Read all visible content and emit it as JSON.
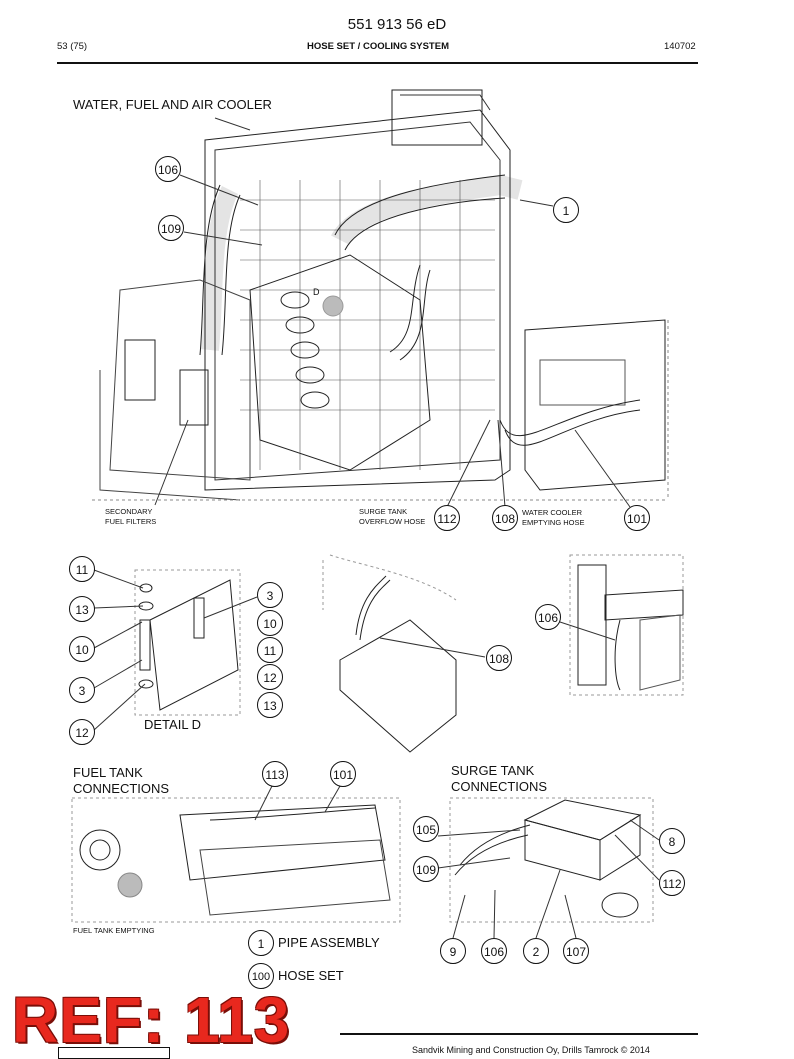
{
  "header": {
    "doc_number": "551 913 56 eD",
    "page": "53 (75)",
    "section": "HOSE SET / COOLING SYSTEM",
    "date": "140702"
  },
  "labels": {
    "main_title": "WATER, FUEL AND AIR COOLER",
    "secondary_fuel_filters": "SECONDARY\nFUEL FILTERS",
    "surge_tank_overflow": "SURGE TANK\nOVERFLOW HOSE",
    "water_cooler_emptying": "WATER COOLER\nEMPTYING HOSE",
    "detail_d": "DETAIL D",
    "fuel_tank_connections": "FUEL TANK\nCONNECTIONS",
    "surge_tank_connections": "SURGE TANK\nCONNECTIONS",
    "fuel_tank_emptying": "FUEL TANK EMPTYING",
    "detail_marker": "D"
  },
  "callouts": {
    "c106a": "106",
    "c109a": "109",
    "c1a": "1",
    "c112a": "112",
    "c108a": "108",
    "c101a": "101",
    "c11a": "11",
    "c13a": "13",
    "c10a": "10",
    "c3a": "3",
    "c12a": "12",
    "c3b": "3",
    "c10b": "10",
    "c11b": "11",
    "c12b": "12",
    "c13b": "13",
    "c108b": "108",
    "c106b": "106",
    "c113": "113",
    "c101b": "101",
    "c105": "105",
    "c109b": "109",
    "c8": "8",
    "c112b": "112",
    "c9": "9",
    "c106c": "106",
    "c2": "2",
    "c107": "107"
  },
  "legend": [
    {
      "number": "1",
      "text": "PIPE ASSEMBLY"
    },
    {
      "number": "100",
      "text": "HOSE SET"
    }
  ],
  "stamp": "REF: 113",
  "footer": {
    "copyright": "Sandvik Mining and Construction Oy, Drills Tamrock © 2014"
  }
}
